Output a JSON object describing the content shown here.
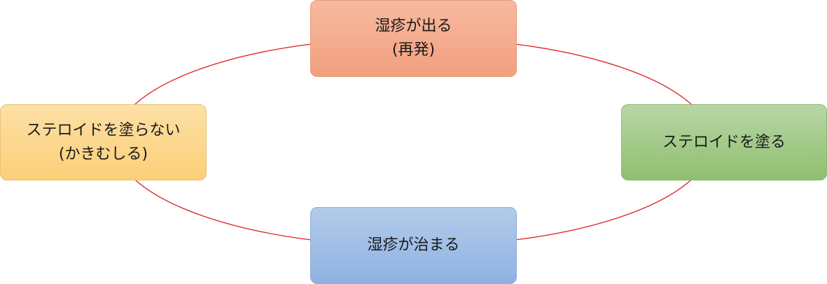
{
  "diagram": {
    "type": "cycle",
    "connector_color": "#e02020",
    "nodes": [
      {
        "id": "top",
        "line1": "湿疹が出る",
        "line2": "(再発)",
        "color": "#f4ac8d"
      },
      {
        "id": "right",
        "line1": "ステロイドを塗る",
        "color": "#a3ca8a"
      },
      {
        "id": "bottom",
        "line1": "湿疹が治まる",
        "color": "#a1bfe6"
      },
      {
        "id": "left",
        "line1": "ステロイドを塗らない",
        "line2": "(かきむしる)",
        "color": "#fcd78e"
      }
    ]
  }
}
